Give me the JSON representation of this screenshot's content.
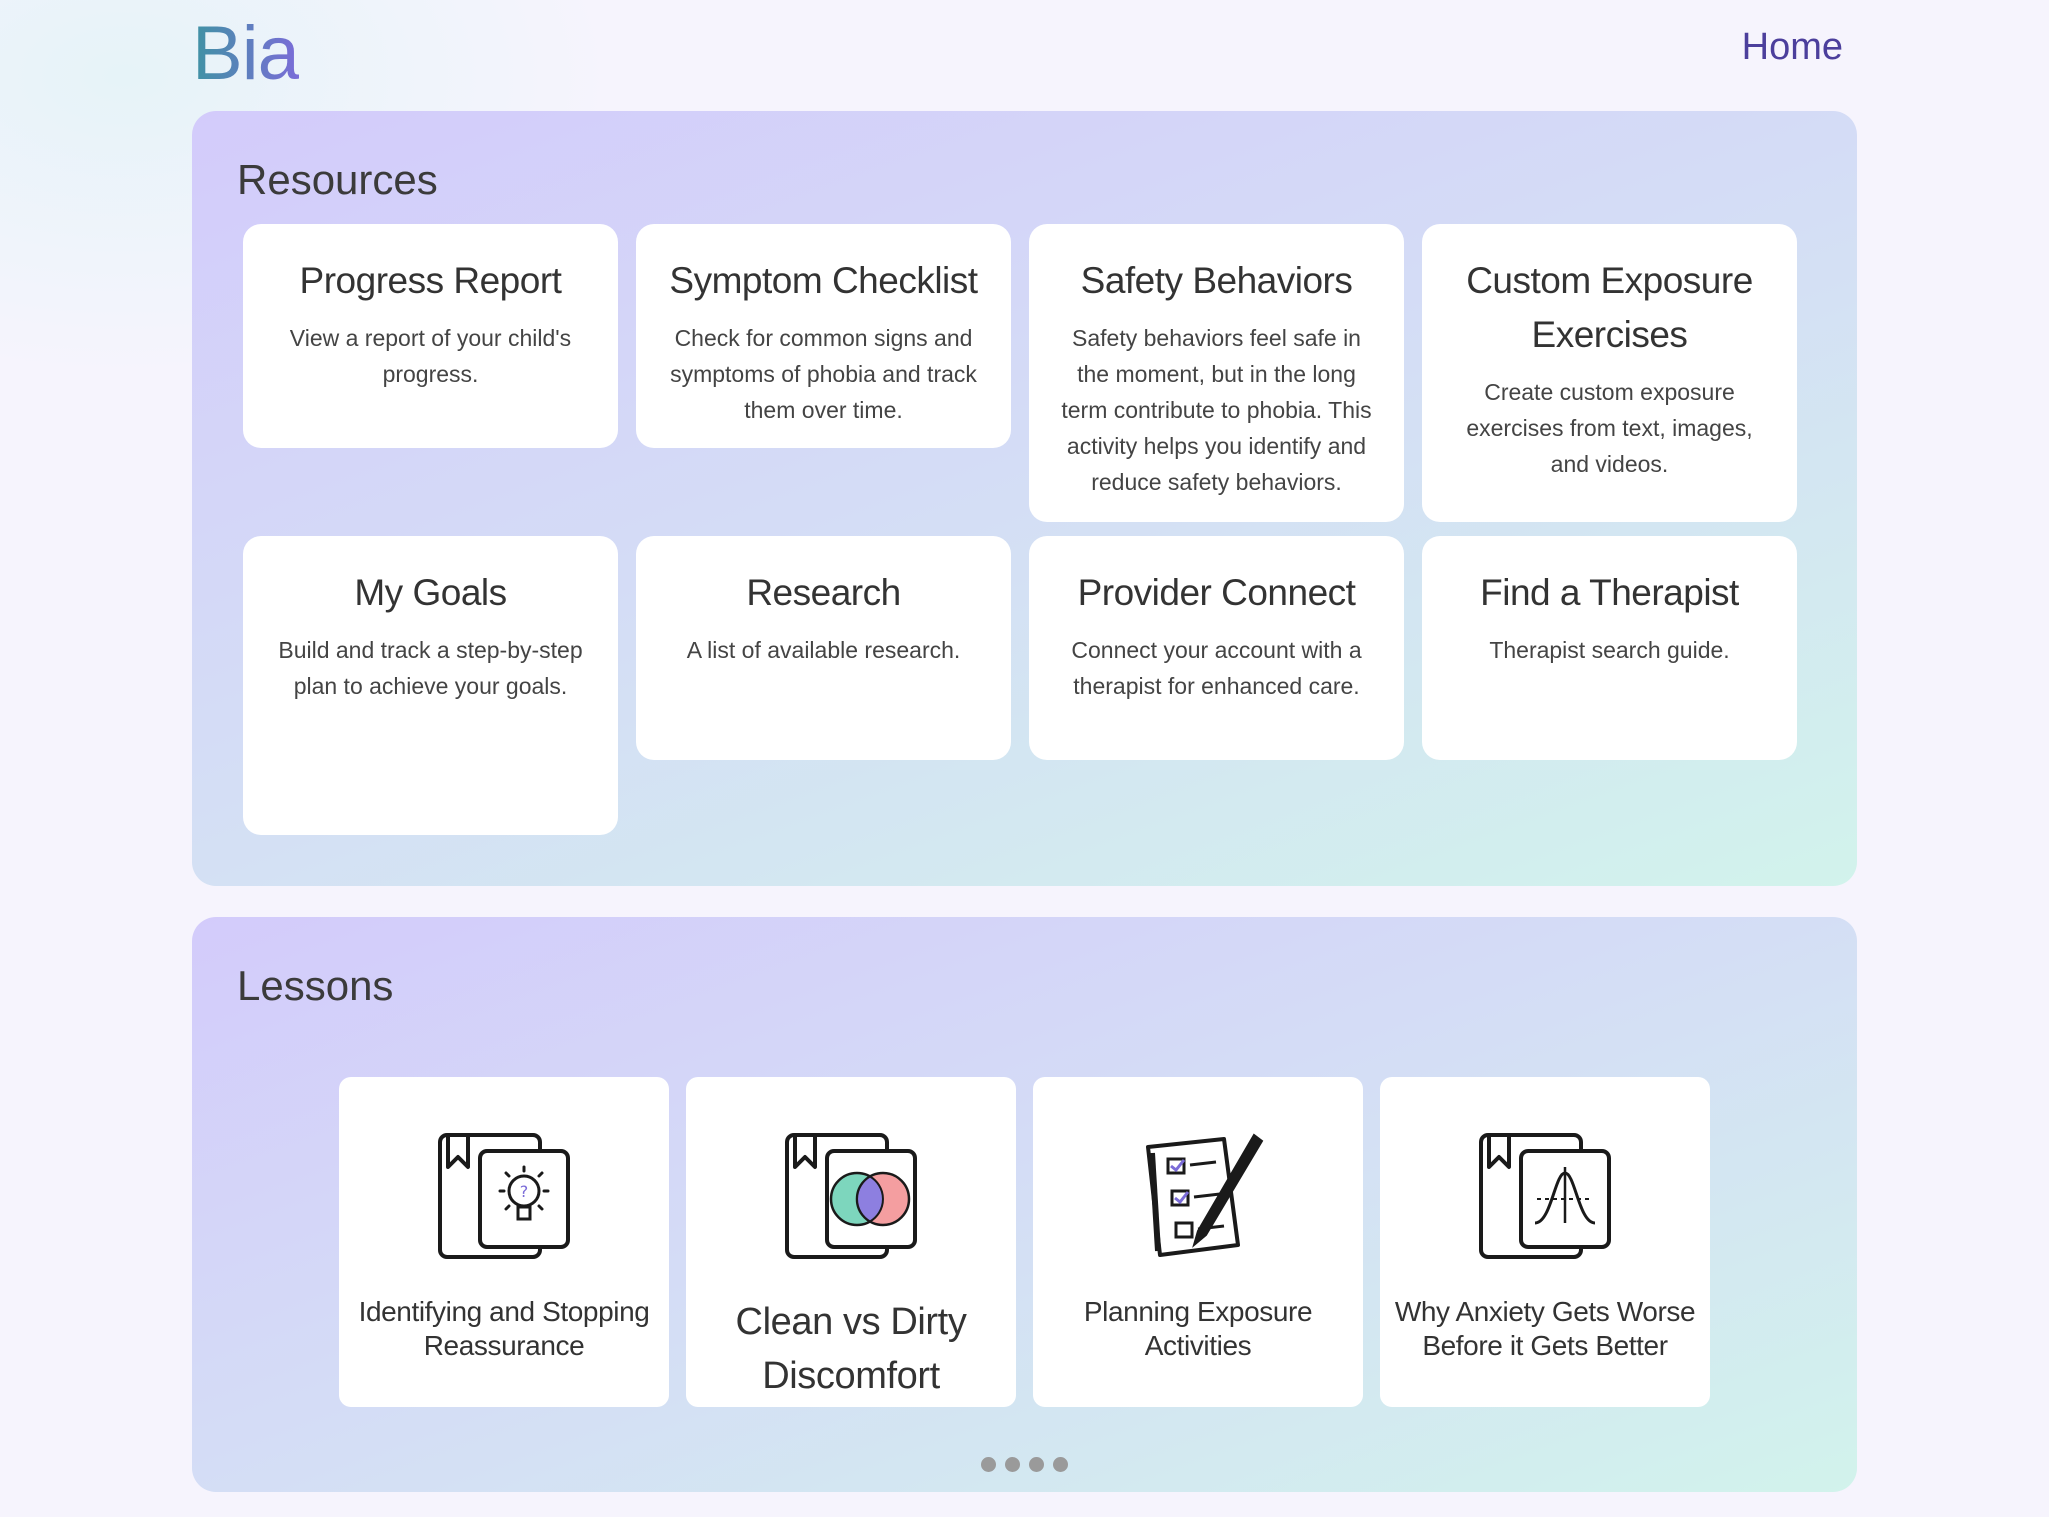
{
  "header": {
    "logo": "Bia",
    "nav_home": "Home"
  },
  "resources": {
    "title": "Resources",
    "cards": [
      {
        "title": "Progress Report",
        "desc": "View a report of your child's progress."
      },
      {
        "title": "Symptom Checklist",
        "desc": "Check for common signs and symptoms of phobia and track them over time."
      },
      {
        "title": "Safety Behaviors",
        "desc": "Safety behaviors feel safe in the moment, but in the long term contribute to phobia. This activity helps you identify and reduce safety behaviors."
      },
      {
        "title": "Custom Exposure Exercises",
        "desc": "Create custom exposure exercises from text, images, and videos."
      },
      {
        "title": "My Goals",
        "desc": "Build and track a step-by-step plan to achieve your goals."
      },
      {
        "title": "Research",
        "desc": "A list of available research."
      },
      {
        "title": "Provider Connect",
        "desc": "Connect your account with a therapist for enhanced care."
      },
      {
        "title": "Find a Therapist",
        "desc": "Therapist search guide."
      }
    ]
  },
  "lessons": {
    "title": "Lessons",
    "cards": [
      {
        "title": "Identifying and Stopping Reassurance",
        "icon": "book-lightbulb-icon"
      },
      {
        "title": "Clean vs Dirty Discomfort",
        "icon": "book-venn-icon"
      },
      {
        "title": "Planning Exposure Activities",
        "icon": "checklist-pen-icon"
      },
      {
        "title": "Why Anxiety Gets Worse Before it Gets Better",
        "icon": "book-curve-icon"
      }
    ],
    "pagination_count": 4
  },
  "colors": {
    "brand_start": "#3f93a3",
    "brand_end": "#7b6cd8",
    "nav": "#4c3f9c",
    "venn_left": "#7dd6bd",
    "venn_right": "#f49ea0",
    "venn_overlap": "#8d7fe0"
  }
}
